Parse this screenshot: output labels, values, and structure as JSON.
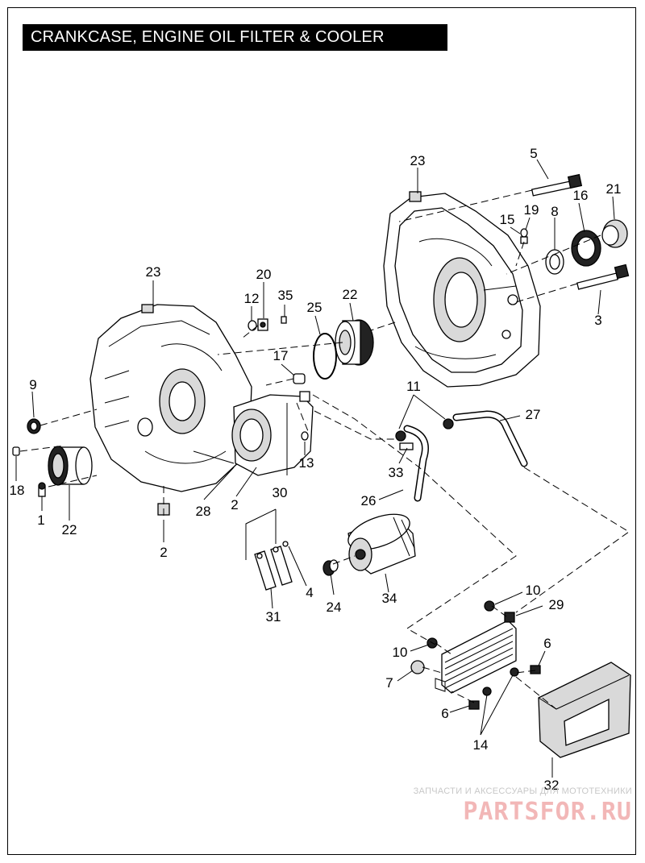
{
  "page": {
    "title": "CRANKCASE, ENGINE OIL FILTER & COOLER"
  },
  "callouts": [
    {
      "id": "c23a",
      "text": "23"
    },
    {
      "id": "c5",
      "text": "5"
    },
    {
      "id": "c16",
      "text": "16"
    },
    {
      "id": "c21",
      "text": "21"
    },
    {
      "id": "c19",
      "text": "19"
    },
    {
      "id": "c15",
      "text": "15"
    },
    {
      "id": "c8",
      "text": "8"
    },
    {
      "id": "c3",
      "text": "3"
    },
    {
      "id": "c23b",
      "text": "23"
    },
    {
      "id": "c20",
      "text": "20"
    },
    {
      "id": "c12",
      "text": "12"
    },
    {
      "id": "c35",
      "text": "35"
    },
    {
      "id": "c25",
      "text": "25"
    },
    {
      "id": "c22a",
      "text": "22"
    },
    {
      "id": "c17",
      "text": "17"
    },
    {
      "id": "c9",
      "text": "9"
    },
    {
      "id": "c11",
      "text": "11"
    },
    {
      "id": "c27",
      "text": "27"
    },
    {
      "id": "c13",
      "text": "13"
    },
    {
      "id": "c33",
      "text": "33"
    },
    {
      "id": "c18",
      "text": "18"
    },
    {
      "id": "c1",
      "text": "1"
    },
    {
      "id": "c22b",
      "text": "22"
    },
    {
      "id": "c28",
      "text": "28"
    },
    {
      "id": "c2a",
      "text": "2"
    },
    {
      "id": "c30",
      "text": "30"
    },
    {
      "id": "c26",
      "text": "26"
    },
    {
      "id": "c2b",
      "text": "2"
    },
    {
      "id": "c4",
      "text": "4"
    },
    {
      "id": "c24",
      "text": "24"
    },
    {
      "id": "c34",
      "text": "34"
    },
    {
      "id": "c31",
      "text": "31"
    },
    {
      "id": "c10a",
      "text": "10"
    },
    {
      "id": "c29",
      "text": "29"
    },
    {
      "id": "c10b",
      "text": "10"
    },
    {
      "id": "c6a",
      "text": "6"
    },
    {
      "id": "c7",
      "text": "7"
    },
    {
      "id": "c6b",
      "text": "6"
    },
    {
      "id": "c14",
      "text": "14"
    },
    {
      "id": "c32",
      "text": "32"
    }
  ],
  "watermark": {
    "caption": "ЗАПЧАСТИ И АКСЕССУАРЫ ДЛЯ МОТОТЕХНИКИ",
    "logo": "PARTSFOR.RU"
  }
}
